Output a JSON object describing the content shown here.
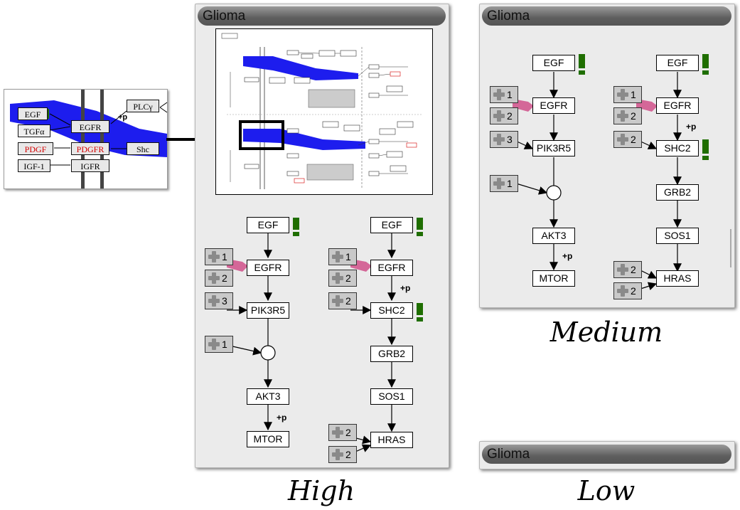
{
  "inset": {
    "nodes": {
      "egf": "EGF",
      "tgfa": "TGFα",
      "pdgf": "PDGF",
      "igf1": "IGF-1",
      "egfr": "EGFR",
      "pdgfr": "PDGFR",
      "igfr": "IGFR",
      "plcy": "PLCγ",
      "shc": "Shc"
    },
    "phos": "+p"
  },
  "panels": {
    "high": {
      "title": "Glioma",
      "caption": "High"
    },
    "medium": {
      "title": "Glioma",
      "caption": "Medium"
    },
    "low": {
      "title": "Glioma",
      "caption": "Low"
    }
  },
  "pathway": {
    "left": {
      "nodes": [
        "EGF",
        "EGFR",
        "PIK3R5",
        "AKT3",
        "MTOR"
      ],
      "plus": [
        "1",
        "2",
        "3",
        "1"
      ],
      "phos": "+p"
    },
    "right": {
      "nodes": [
        "EGF",
        "EGFR",
        "SHC2",
        "GRB2",
        "SOS1",
        "HRAS"
      ],
      "plus": [
        "1",
        "2",
        "2",
        "2",
        "2"
      ],
      "phos": "+p"
    }
  },
  "colors": {
    "highlight": "#1d1dee",
    "alert": "#1f6e00",
    "arrow_pink": "#d0508a",
    "red_gene": "#d40000"
  }
}
